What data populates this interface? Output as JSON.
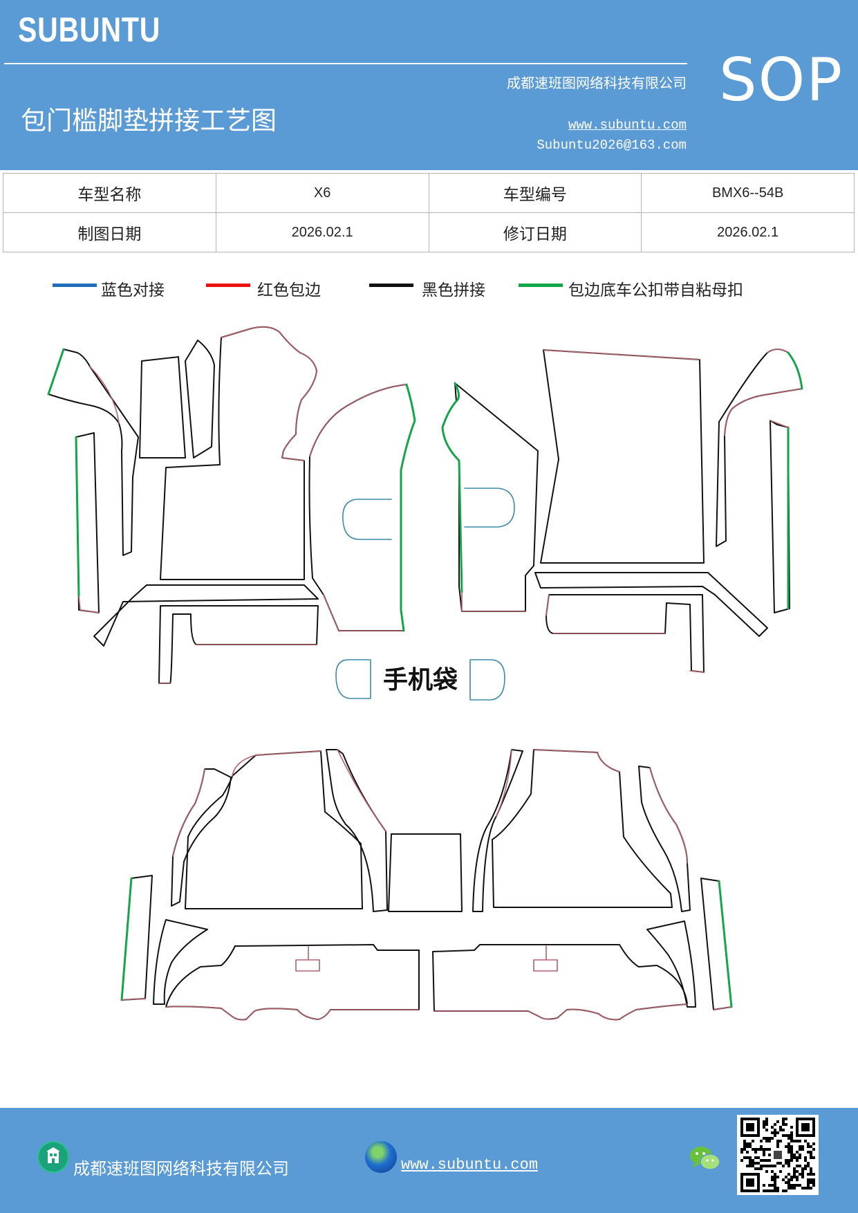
{
  "header": {
    "brand": "SUBUNTU",
    "company": "成都速班图网络科技有限公司",
    "title": "包门槛脚垫拼接工艺图",
    "website": "www.subuntu.com",
    "email": "Subuntu2026@163.com",
    "sop": "SOP"
  },
  "info": {
    "model_name_label": "车型名称",
    "model_name": "X6",
    "model_code_label": "车型编号",
    "model_code": "BMX6--54B",
    "draw_date_label": "制图日期",
    "draw_date": "2026.02.1",
    "revise_date_label": "修订日期",
    "revise_date": "2026.02.1"
  },
  "legend": [
    {
      "label": "蓝色对接",
      "color": "#1f6fb8"
    },
    {
      "label": "红色包边",
      "color": "#ee1111"
    },
    {
      "label": "黑色拼接",
      "color": "#111111"
    },
    {
      "label": "包边底车公扣带自粘母扣",
      "color": "#13a54a"
    }
  ],
  "diagram": {
    "phone_pocket_label": "手机袋"
  },
  "footer": {
    "company": "成都速班图网络科技有限公司",
    "website": "www.subuntu.com ",
    "office_icon": "office-building-icon",
    "globe_icon": "globe-icon",
    "wechat_icon": "wechat-icon",
    "qr": "qr-code"
  }
}
